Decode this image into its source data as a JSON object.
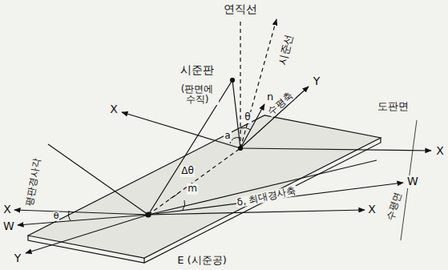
{
  "diagram": {
    "labels": [
      "연직선",
      "시준선",
      "시준판",
      "(판면에 수직)",
      "θ",
      "n",
      "a",
      "수평축",
      "Y",
      "X",
      "도판면",
      "X",
      "평판경사각",
      "Δθ",
      "m",
      "δ, 최대경사축",
      "수평면",
      "W",
      "X",
      "X",
      "W",
      "θ",
      "Y",
      "E (시준공)"
    ]
  }
}
